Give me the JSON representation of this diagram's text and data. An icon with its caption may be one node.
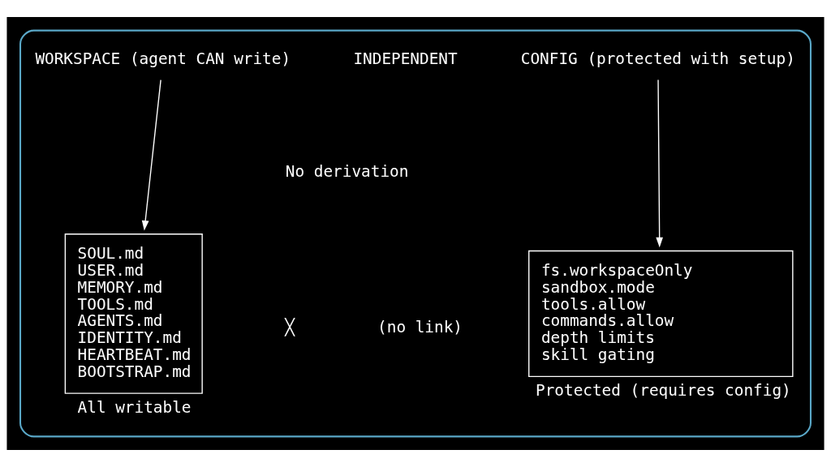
{
  "diagram": {
    "nodes": [
      {
        "text": [],
        "shape": "box"
      },
      {
        "text": [
          "WORKSPACE (agent CAN write)"
        ],
        "in": 0
      },
      {
        "text": [
          "SOUL.md",
          "USER.md",
          "MEMORY.md",
          "TOOLS.md",
          "AGENTS.md",
          "IDENTITY.md",
          "HEARTBEAT.md",
          "BOOTSTRAP.md"
        ],
        "beside": [
          "All writable"
        ],
        "in": 0
      },
      {
        "text": [
          "CONFIG (protected with setup)"
        ],
        "in": 0
      },
      {
        "text": [
          "fs.workspaceOnly",
          "sandbox.mode",
          "tools.allow",
          "commands.allow",
          "depth limits",
          "skill gating"
        ],
        "beside": [
          "Protected (requires config)"
        ],
        "in": 0
      }
    ],
    "edges": [
      {
        "from": 1,
        "to": 2,
        "arrow": "to"
      },
      {
        "from": 3,
        "to": 4,
        "arrow": "to"
      }
    ],
    "labels": [
      "INDEPENDENT",
      "No derivation",
      "╳",
      "(no link)"
    ]
  }
}
